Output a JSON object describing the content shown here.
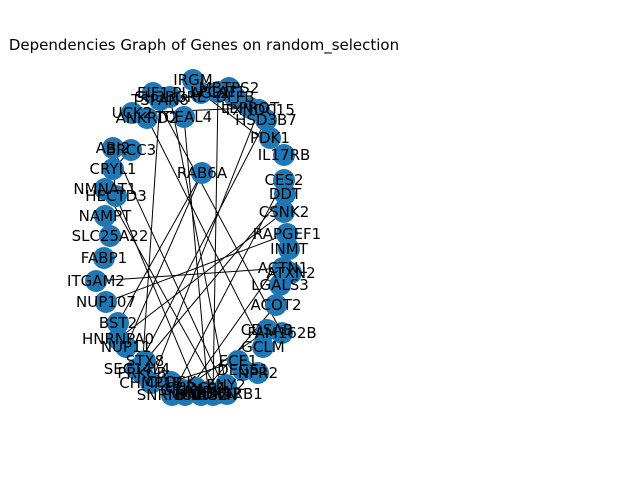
{
  "figure": {
    "title": "Dependencies Graph of Genes on random_selection"
  },
  "style": {
    "node_color": "#1f77b4",
    "edge_color": "#000000",
    "label_color": "#000000",
    "background": "#ffffff"
  },
  "graph": {
    "nodes": [
      "IRGM",
      "MBTPS2",
      "PDK1",
      "ECE1",
      "EIF1",
      "PLAGL2",
      "NPR2",
      "DEGS1",
      "ENY2",
      "CLOCK",
      "SH3BGRL",
      "PDIA2",
      "SNRNP40",
      "UCK2",
      "ANKRD2",
      "TCEAL4",
      "LEPROT",
      "IL17RB",
      "LPCAT1",
      "HSD3B7",
      "TXNDC15",
      "DFFB",
      "TAGLN",
      "RAB6A",
      "GCLM",
      "FAM162B",
      "ABI2",
      "BRCC3",
      "CRYL1",
      "NMNAT1",
      "HECTD3",
      "NAMPT",
      "SLC25A22",
      "FABP1",
      "ITGAM2",
      "NUP107",
      "BST2",
      "HNRNPA0",
      "NUP11",
      "STX8",
      "SEC14L4",
      "CHMP1B",
      "MCC",
      "CCDC91",
      "CDK5RB1",
      "DHRS2",
      "INMT",
      "ACTN1",
      "LGALS3",
      "ACOT2",
      "CDSAB",
      "CES2",
      "DDT",
      "CSNK2",
      "RAPGEF1",
      "GRIK1",
      "PTPN1",
      "ATXN2",
      "PRKCB",
      "TSPAN8"
    ],
    "edges": [
      [
        "IRGM",
        "DFFB"
      ],
      [
        "MBTPS2",
        "PDK1"
      ],
      [
        "ECE1",
        "CLOCK"
      ],
      [
        "PLAGL2",
        "IL17RB"
      ],
      [
        "NPR2",
        "DEGS1"
      ],
      [
        "SNRNP40",
        "CES2"
      ],
      [
        "UCK2",
        "LEPROT"
      ],
      [
        "ANKRD2",
        "GCLM"
      ],
      [
        "TCEAL4",
        "PTPN1"
      ],
      [
        "HSD3B7",
        "SEC14L4"
      ],
      [
        "TXNDC15",
        "CHMP1B"
      ],
      [
        "RAB6A",
        "BST2"
      ],
      [
        "RAB6A",
        "NUP11"
      ],
      [
        "ABI2",
        "CDK5RB1"
      ],
      [
        "BRCC3",
        "CRYL1"
      ],
      [
        "CRYL1",
        "HECTD3"
      ],
      [
        "HECTD3",
        "CCDC91"
      ],
      [
        "NMNAT1",
        "PDIA2"
      ],
      [
        "ITGAM2",
        "ACTN1"
      ],
      [
        "NUP107",
        "RAPGEF1"
      ],
      [
        "HNRNPA0",
        "CSNK2"
      ],
      [
        "STX8",
        "DDT"
      ],
      [
        "MCC",
        "INMT"
      ],
      [
        "DHRS2",
        "ACOT2"
      ],
      [
        "GRIK1",
        "CDSAB"
      ],
      [
        "ATXN2",
        "LGALS3"
      ],
      [
        "PRKCB",
        "TSPAN8"
      ],
      [
        "ENY2",
        "SH3BGRL"
      ],
      [
        "LPCAT1",
        "TAGLN"
      ],
      [
        "FAM162B",
        "EIF1"
      ]
    ]
  }
}
